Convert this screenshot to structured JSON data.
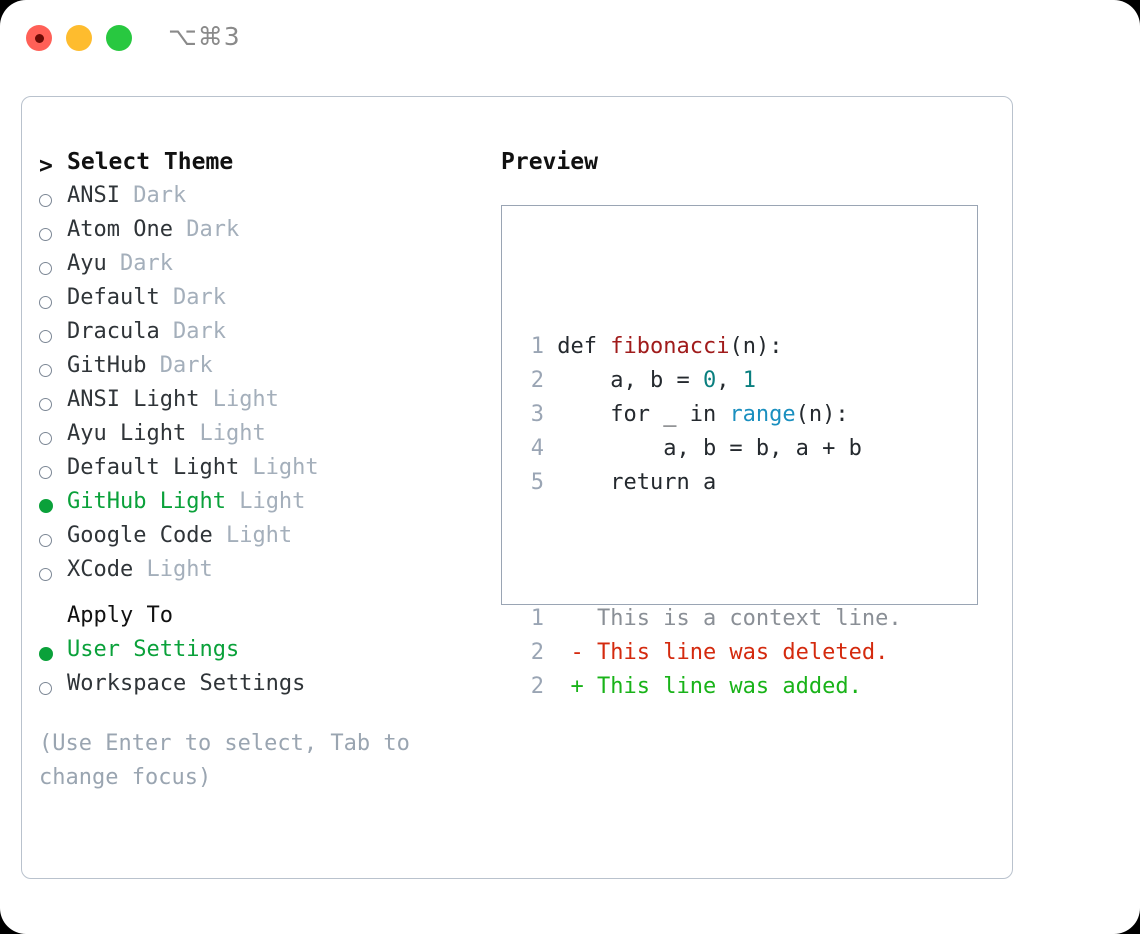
{
  "titlebar": {
    "shortcut": "⌥⌘3",
    "lights": [
      {
        "name": "close",
        "color": "#ff6057"
      },
      {
        "name": "minimize",
        "color": "#febc2e"
      },
      {
        "name": "maximize",
        "color": "#28c840"
      }
    ]
  },
  "theme_picker": {
    "header_caret": ">",
    "header": "Select Theme",
    "items": [
      {
        "name": "ANSI",
        "variant": "Dark",
        "selected": false
      },
      {
        "name": "Atom One",
        "variant": "Dark",
        "selected": false
      },
      {
        "name": "Ayu",
        "variant": "Dark",
        "selected": false
      },
      {
        "name": "Default",
        "variant": "Dark",
        "selected": false
      },
      {
        "name": "Dracula",
        "variant": "Dark",
        "selected": false
      },
      {
        "name": "GitHub",
        "variant": "Dark",
        "selected": false
      },
      {
        "name": "ANSI Light",
        "variant": "Light",
        "selected": false
      },
      {
        "name": "Ayu Light",
        "variant": "Light",
        "selected": false
      },
      {
        "name": "Default Light",
        "variant": "Light",
        "selected": false
      },
      {
        "name": "GitHub Light",
        "variant": "Light",
        "selected": true
      },
      {
        "name": "Google Code",
        "variant": "Light",
        "selected": false
      },
      {
        "name": "XCode",
        "variant": "Light",
        "selected": false
      }
    ]
  },
  "apply_to": {
    "title": "Apply To",
    "options": [
      {
        "label": "User Settings",
        "selected": true
      },
      {
        "label": "Workspace Settings",
        "selected": false
      }
    ]
  },
  "hint": "(Use Enter to select, Tab to change focus)",
  "preview": {
    "title": "Preview",
    "code_lines": [
      {
        "number": "1",
        "tokens": [
          {
            "text": "def ",
            "type": "plain"
          },
          {
            "text": "fibonacci",
            "type": "function"
          },
          {
            "text": "(n):",
            "type": "plain"
          }
        ]
      },
      {
        "number": "2",
        "tokens": [
          {
            "text": "    a, b = ",
            "type": "plain"
          },
          {
            "text": "0",
            "type": "number"
          },
          {
            "text": ", ",
            "type": "plain"
          },
          {
            "text": "1",
            "type": "number"
          }
        ]
      },
      {
        "number": "3",
        "tokens": [
          {
            "text": "    for _ in ",
            "type": "plain"
          },
          {
            "text": "range",
            "type": "builtin"
          },
          {
            "text": "(n):",
            "type": "plain"
          }
        ]
      },
      {
        "number": "4",
        "tokens": [
          {
            "text": "        a, b = b, a + b",
            "type": "plain"
          }
        ]
      },
      {
        "number": "5",
        "tokens": [
          {
            "text": "    return a",
            "type": "plain"
          }
        ]
      }
    ],
    "diff_lines": [
      {
        "number": "1",
        "sign": " ",
        "text": "This is a context line.",
        "type": "context"
      },
      {
        "number": "2",
        "sign": "-",
        "text": "This line was deleted.",
        "type": "deleted"
      },
      {
        "number": "2",
        "sign": "+",
        "text": "This line was added.",
        "type": "added"
      }
    ]
  },
  "colors": {
    "selected_green": "#0aa13a",
    "muted_gray": "#a4afbb",
    "hint_gray": "#9aa5b1",
    "border": "#b9c2cd",
    "preview_border": "#9aa5b4",
    "syntax_function": "#a01b1b",
    "syntax_number": "#0a7f7f",
    "syntax_builtin": "#1a8fbf",
    "diff_deleted": "#d42a0e",
    "diff_added": "#19b319",
    "diff_context": "#8a8f96"
  }
}
